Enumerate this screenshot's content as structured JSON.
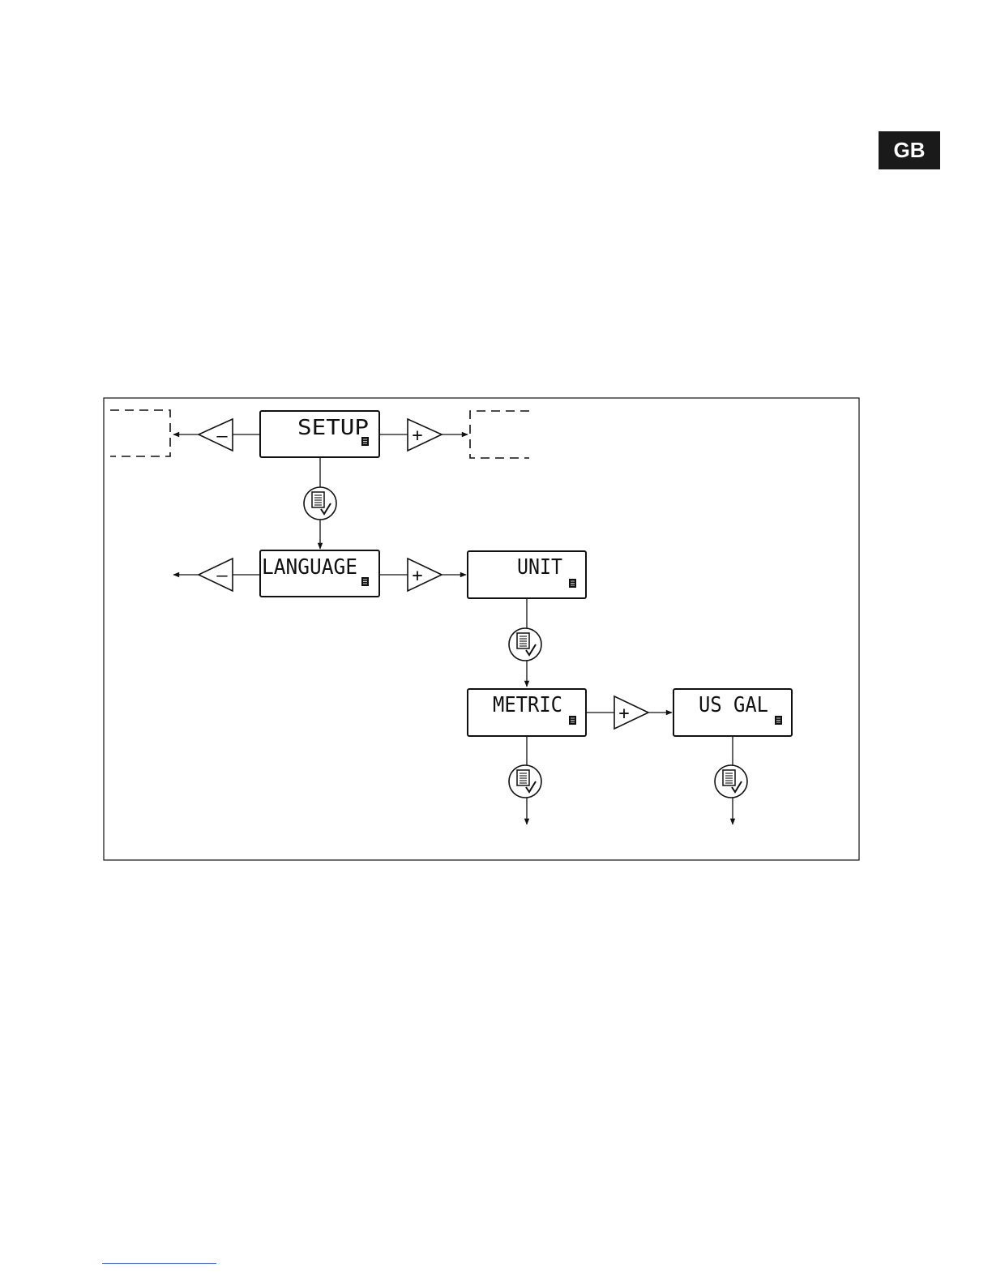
{
  "badge": {
    "label": "GB"
  },
  "screens": {
    "setup": "SETUP",
    "language": "LANGUAGE",
    "unit": "UNIT",
    "metric": "METRIC",
    "usgal": "US GAL"
  },
  "buttons": {
    "minus": "–",
    "plus": "+"
  }
}
